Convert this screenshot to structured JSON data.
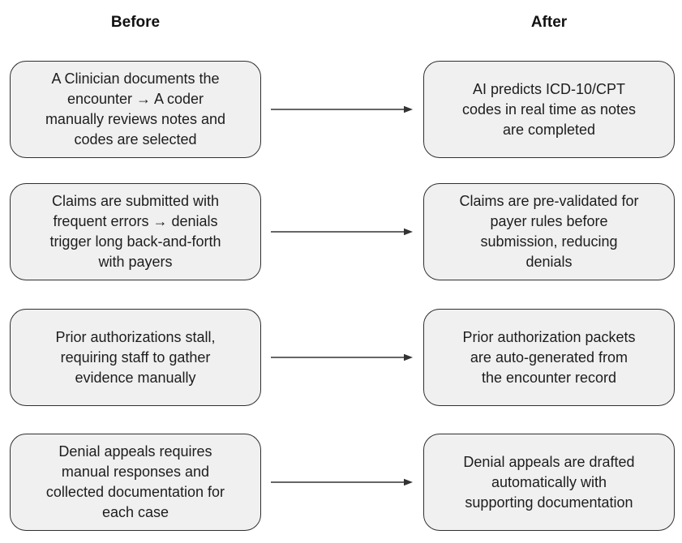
{
  "headers": {
    "before": "Before",
    "after": "After"
  },
  "rows": [
    {
      "before": "A Clinician documents the\nencounter → A coder\nmanually reviews notes and\ncodes are selected",
      "after": "AI predicts ICD-10/CPT\ncodes in real time as notes\nare completed"
    },
    {
      "before": "Claims are submitted with\nfrequent errors → denials\ntrigger long back-and-forth\nwith payers",
      "after": "Claims are pre-validated for\npayer rules before\nsubmission, reducing\ndenials"
    },
    {
      "before": "Prior authorizations stall,\nrequiring staff to gather\nevidence manually",
      "after": "Prior authorization packets\nare auto-generated from\nthe encounter record"
    },
    {
      "before": "Denial appeals requires\nmanual responses and\ncollected documentation for\neach case",
      "after": "Denial appeals are drafted\nautomatically with\nsupporting documentation"
    }
  ],
  "icons": {
    "flow_arrow": "right-arrow"
  },
  "colors": {
    "box-fill": "#f0f0f0",
    "box-stroke": "#2f2f2f",
    "text": "#1d1d1d",
    "arrow": "#333333"
  }
}
